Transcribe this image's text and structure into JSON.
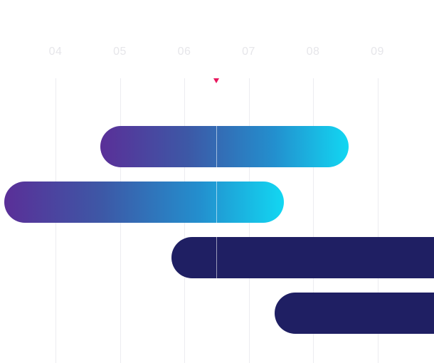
{
  "timeline": {
    "columns": [
      "04",
      "05",
      "06",
      "07",
      "08",
      "09"
    ],
    "now": 6.5,
    "colors": {
      "label": "#e6e6ea",
      "grid": "#ececf1",
      "marker": "#e8175d",
      "gradient_start": "#5a2f98",
      "gradient_end": "#12d7f2",
      "dark_bar": "#1f1f63"
    },
    "bars": [
      {
        "start": 4.7,
        "end": 8.55,
        "style": "gradient"
      },
      {
        "start": 3.2,
        "end": 7.55,
        "style": "gradient"
      },
      {
        "start": 5.8,
        "end": 10.5,
        "style": "dark"
      },
      {
        "start": 7.4,
        "end": 10.5,
        "style": "dark"
      }
    ]
  }
}
